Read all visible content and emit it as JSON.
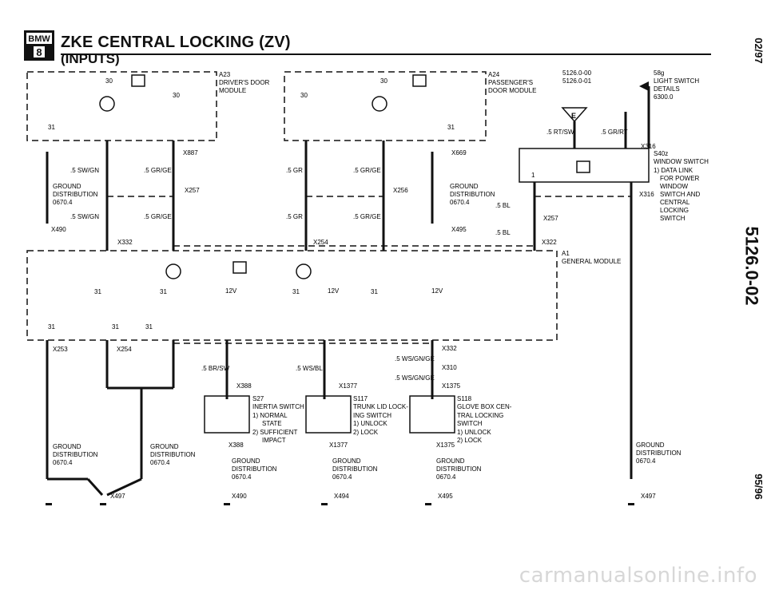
{
  "header": {
    "logo_text": "BMW",
    "title": "ZKE CENTRAL LOCKING (ZV)",
    "subtitle": "(INPUTS)"
  },
  "side_labels": {
    "top": "02/97",
    "middle": "5126.0-02",
    "bottom": "95/96"
  },
  "watermark": "carmanualsonline.info",
  "modules": {
    "a23": [
      "A23",
      "DRIVER'S DOOR",
      "MODULE"
    ],
    "a24": [
      "A24",
      "PASSENGER'S",
      "DOOR MODULE"
    ],
    "a1": [
      "A1",
      "GENERAL MODULE"
    ],
    "s40z": [
      "S40z",
      "WINDOW SWITCH",
      "1)  DATA LINK",
      "FOR POWER",
      "WINDOW",
      "SWITCH AND",
      "CENTRAL",
      "LOCKING",
      "SWITCH"
    ],
    "s27": [
      "S27",
      "INERTIA SWITCH",
      "1)  NORMAL",
      "STATE",
      "2)  SUFFICIENT",
      "IMPACT"
    ],
    "s117": [
      "S117",
      "TRUNK LID LOCK-",
      "ING SWITCH",
      "1)  UNLOCK",
      "2)  LOCK"
    ],
    "s118": [
      "S118",
      "GLOVE BOX CEN-",
      "TRAL LOCKING",
      "SWITCH",
      "1)  UNLOCK",
      "2)  LOCK"
    ],
    "s8g": [
      "58g",
      "LIGHT SWITCH",
      "DETAILS",
      "6300.0"
    ]
  },
  "refs": {
    "r1": "5126.0-00",
    "r2": "5126.0-01"
  },
  "ground_block": [
    "GROUND",
    "DISTRIBUTION",
    "0670.4"
  ],
  "connectors": {
    "x887": "X887",
    "x257": "X257",
    "x332": "X332",
    "x490": "X490",
    "x254": "X254",
    "x256": "X256",
    "x495": "X495",
    "x669": "X669",
    "x316": "X316",
    "x322": "X322",
    "x253": "X253",
    "x388": "X388",
    "x1377": "X1377",
    "x310": "X310",
    "x1375": "X1375",
    "x497": "X497",
    "x494": "X494"
  },
  "wires": {
    "sw_gn": ".5 SW/GN",
    "gr_ge": ".5 GR/GE",
    "gr": ".5 GR",
    "rt_sw": ".5 RT/SW",
    "gr_rt": ".5 GR/RT",
    "bl": ".5 BL",
    "br_sw": ".5 BR/SW",
    "ws_bl": ".5 WS/BL",
    "ws_gn_ge": ".5 WS/GN/GE"
  },
  "misc": {
    "v12": "12V",
    "n30": "30",
    "n31": "31",
    "e": "E",
    "one": "1",
    "two": "2"
  }
}
